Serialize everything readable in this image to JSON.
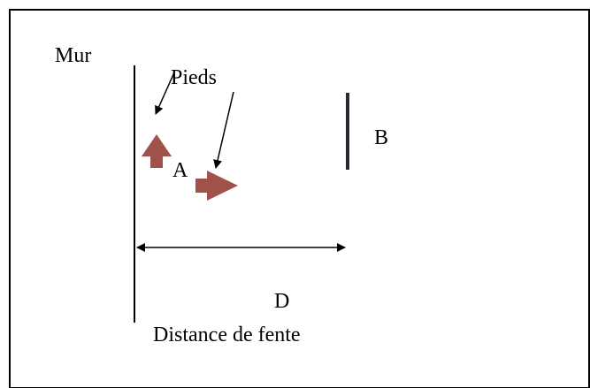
{
  "labels": {
    "wall": "Mur",
    "feet": "Pieds",
    "point_a": "A",
    "point_b": "B",
    "distance_letter": "D",
    "distance_caption": "Distance de fente"
  },
  "colors": {
    "frame": "#000000",
    "foot": "#A0524A",
    "line": "#000000",
    "target": "#2B2833"
  }
}
